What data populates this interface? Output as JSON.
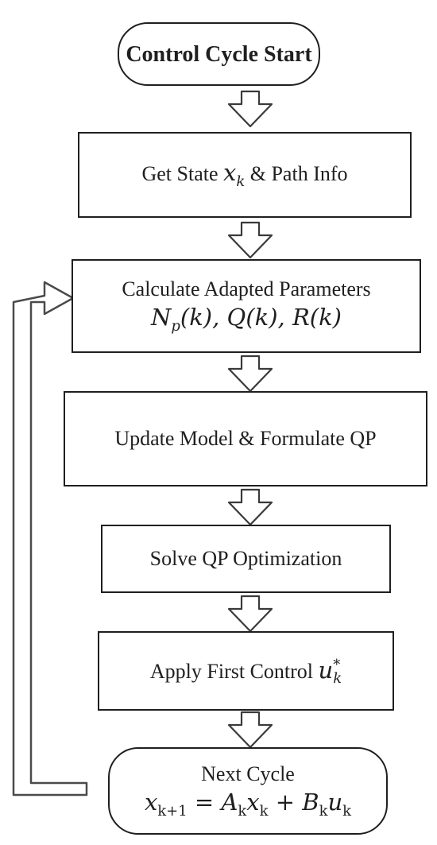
{
  "nodes": {
    "start": {
      "label": "Control Cycle Start"
    },
    "get_state": {
      "prefix": "Get State ",
      "var": "x",
      "sub": "k",
      "suffix": " & Path Info"
    },
    "calc_params": {
      "label": "Calculate Adapted Parameters",
      "np": "N",
      "np_sub": "p",
      "np_arg": "(k), ",
      "q": "Q",
      "q_arg": "(k), ",
      "r": "R",
      "r_arg": "(k)"
    },
    "update_model": {
      "label": "Update Model  & Formulate QP"
    },
    "solve_qp": {
      "label": "Solve QP Optimization"
    },
    "apply_control": {
      "prefix": "Apply First Control ",
      "var": "u",
      "sup": "*",
      "sub": "k"
    },
    "next_cycle": {
      "label": "Next Cycle",
      "lhs_var": "x",
      "lhs_sub": "k+1",
      "eq": " = ",
      "a": "A",
      "a_sub": "k",
      "x1": "x",
      "x1_sub": "k",
      "plus": " + ",
      "b": "B",
      "b_sub": "k",
      "u": "u",
      "u_sub": "k"
    }
  }
}
